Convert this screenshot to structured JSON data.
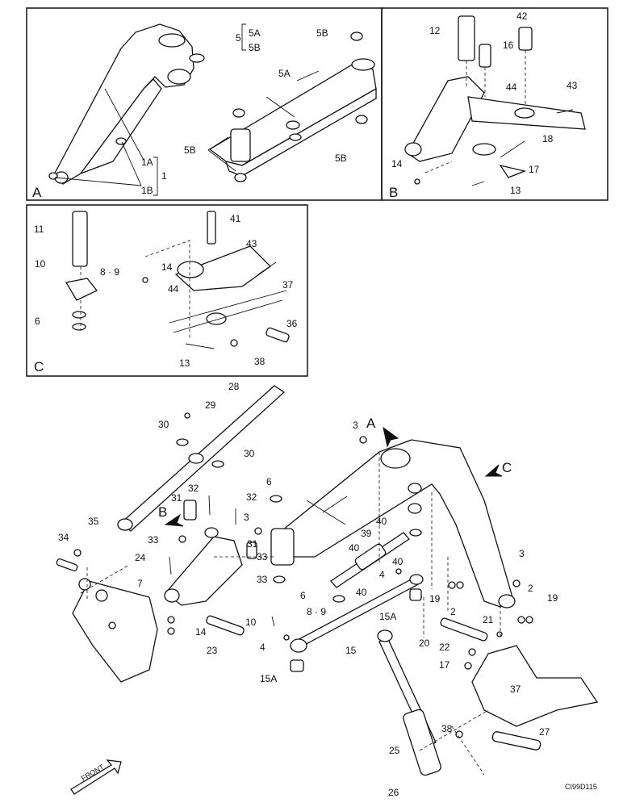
{
  "diagram_code": "CI99D115",
  "front_label": "FRONT",
  "panel_a": {
    "letter": "A",
    "labels": [
      "5",
      "5A",
      "5B",
      "5B",
      "5A",
      "5B",
      "5B",
      "1A",
      "1",
      "1B"
    ]
  },
  "panel_b": {
    "letter": "B",
    "labels": [
      "12",
      "42",
      "16",
      "44",
      "43",
      "18",
      "14",
      "17",
      "13"
    ]
  },
  "panel_c": {
    "letter": "C",
    "labels": [
      "11",
      "41",
      "43",
      "10",
      "8 · 9",
      "14",
      "44",
      "37",
      "6",
      "36",
      "13",
      "38"
    ]
  },
  "main": {
    "view_arrows": [
      "A",
      "B",
      "C"
    ],
    "labels": [
      "28",
      "29",
      "30",
      "30",
      "3",
      "6",
      "32",
      "31",
      "32",
      "3",
      "31",
      "35",
      "34",
      "33",
      "33",
      "24",
      "7",
      "33",
      "14",
      "23",
      "10",
      "4",
      "8 · 9",
      "6",
      "40",
      "39",
      "40",
      "40",
      "4",
      "40",
      "15A",
      "15",
      "15A",
      "19",
      "2",
      "3",
      "2",
      "19",
      "21",
      "20",
      "22",
      "17",
      "37",
      "38",
      "25",
      "27",
      "26"
    ]
  }
}
